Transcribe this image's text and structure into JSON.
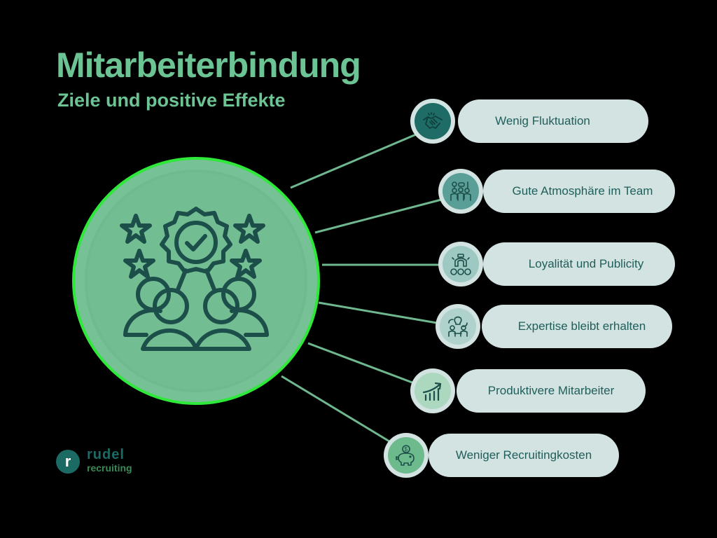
{
  "header": {
    "title": "Mitarbeiterbindung",
    "subtitle": "Ziele und positive Effekte"
  },
  "hub": {
    "icon": "employee-award-team-icon"
  },
  "items": [
    {
      "label": "Wenig Fluktuation",
      "icon": "handshake-icon",
      "disc_color": "#1f6b66"
    },
    {
      "label": "Gute Atmosphäre im Team",
      "icon": "team-ideas-icon",
      "disc_color": "#5a9e98"
    },
    {
      "label": "Loyalität und Publicity",
      "icon": "magnet-people-icon",
      "disc_color": "#9ec9c2"
    },
    {
      "label": "Expertise bleibt erhalten",
      "icon": "knowledge-transfer-icon",
      "disc_color": "#afd2cd"
    },
    {
      "label": "Produktivere Mitarbeiter",
      "icon": "growth-chart-icon",
      "disc_color": "#acd8c0"
    },
    {
      "label": "Weniger Recruitingkosten",
      "icon": "piggy-bank-icon",
      "disc_color": "#6dba8d"
    }
  ],
  "logo": {
    "badge": "r",
    "line1": "rudel",
    "line2": "recruiting"
  },
  "colors": {
    "title": "#6cc394",
    "connector": "#6fb88f",
    "pill": "#d2e3e1",
    "pill_text": "#1f5e5a",
    "hub_border": "#2ee83a",
    "hub_fill": "#6fba8f"
  }
}
